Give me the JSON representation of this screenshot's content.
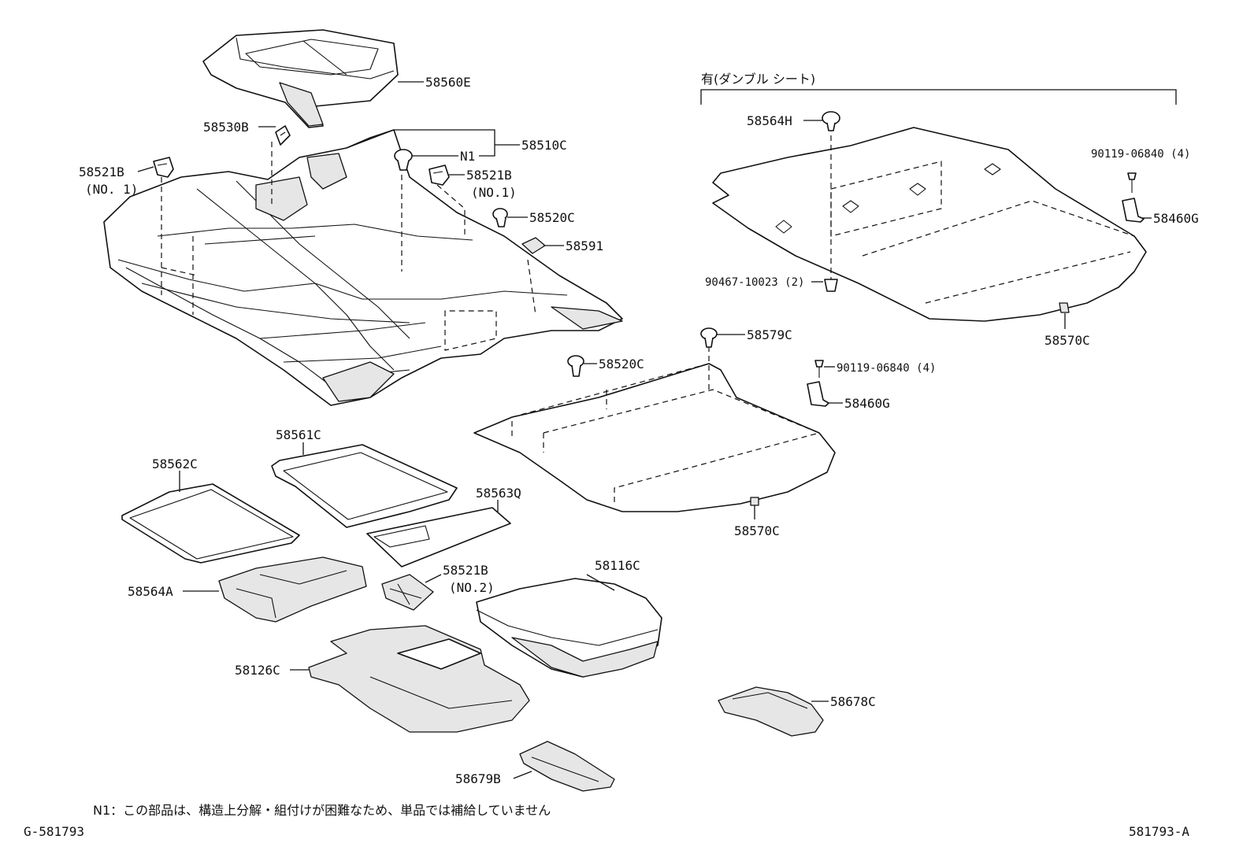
{
  "labels": {
    "p58560E": "58560E",
    "p58530B": "58530B",
    "p58510C": "58510C",
    "n1": "N1",
    "p58521B_a": "58521B",
    "p58521B_a_sub": "(NO. 1)",
    "p58521B_b": "58521B",
    "p58521B_b_sub": "(NO.1)",
    "p58520C_a": "58520C",
    "p58591": "58591",
    "p58520C_b": "58520C",
    "p58579C": "58579C",
    "p90119_a": "90119-06840 (4)",
    "p58460G_a": "58460G",
    "p58570C_a": "58570C",
    "p58564H": "58564H",
    "p90119_b": "90119-06840 (4)",
    "p58460G_b": "58460G",
    "p90467": "90467-10023 (2)",
    "p58570C_b": "58570C",
    "p58561C": "58561C",
    "p58562C": "58562C",
    "p58563Q": "58563Q",
    "p58521B_c": "58521B",
    "p58521B_c_sub": "(NO.2)",
    "p58116C": "58116C",
    "p58564A": "58564A",
    "p58126C": "58126C",
    "p58678C": "58678C",
    "p58679B": "58679B"
  },
  "group_label": "有(ダンブル シート)",
  "footnote": "N1：この部品は、構造上分解・組付けが困難なため、単品では補給していません",
  "figure_id": "G-581793",
  "figure_ref": "581793-A"
}
